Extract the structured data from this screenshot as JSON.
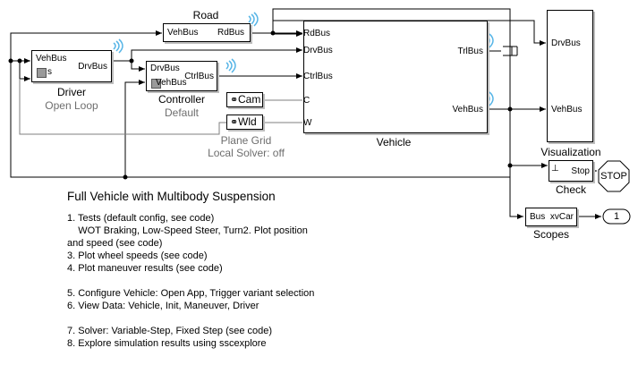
{
  "road": {
    "title": "Road",
    "in": "VehBus",
    "out": "RdBus"
  },
  "driver": {
    "in1": "VehBus",
    "in2": "s",
    "out": "DrvBus",
    "title": "Driver",
    "variant": "Open Loop"
  },
  "controller": {
    "in1": "DrvBus",
    "in2": "VehBus",
    "out": "CtrlBus",
    "title": "Controller",
    "variant": "Default"
  },
  "cam": {
    "label": "Cam"
  },
  "wld": {
    "label": "Wld",
    "caption1": "Plane Grid",
    "caption2": "Local Solver: off"
  },
  "vehicle": {
    "in1": "RdBus",
    "in2": "DrvBus",
    "in3": "CtrlBus",
    "in4": "C",
    "in5": "W",
    "out1": "TrlBus",
    "out2": "VehBus",
    "title": "Vehicle"
  },
  "visualization": {
    "in1": "DrvBus",
    "in2": "VehBus",
    "title": "Visualization"
  },
  "check": {
    "out": "Stop",
    "title": "Check"
  },
  "stop": {
    "label": "STOP"
  },
  "scopes": {
    "in": "Bus",
    "out": "xvCar",
    "title": "Scopes"
  },
  "outport": {
    "label": "1"
  },
  "notes": {
    "title": "Full Vehicle with Multibody Suspension",
    "lines": [
      "1. Tests (default config, see code)",
      "    WOT Braking, Low-Speed Steer, Turn2. Plot position",
      "and speed  (see code)",
      "3. Plot wheel speeds  (see code)",
      "4. Plot maneuver results  (see code)",
      "5. Configure Vehicle: Open App, Trigger variant selection",
      "6. View Data: Vehicle, Init, Maneuver, Driver",
      "7. Solver: Variable-Step, Fixed Step (see code)",
      "8. Explore simulation results using sscexplore"
    ]
  },
  "colors": {
    "wire": "#000000",
    "signal_icon": "#55b4e6",
    "port_wire": "#7f7f7f",
    "car_body": "#b9c7d9",
    "shadow": "#bdbdbd",
    "caption": "#6e6e6e"
  },
  "icons": [
    "wifi-signal-icon",
    "subsystem-icon",
    "car-image-icon",
    "terminator-icon",
    "link-icon"
  ]
}
